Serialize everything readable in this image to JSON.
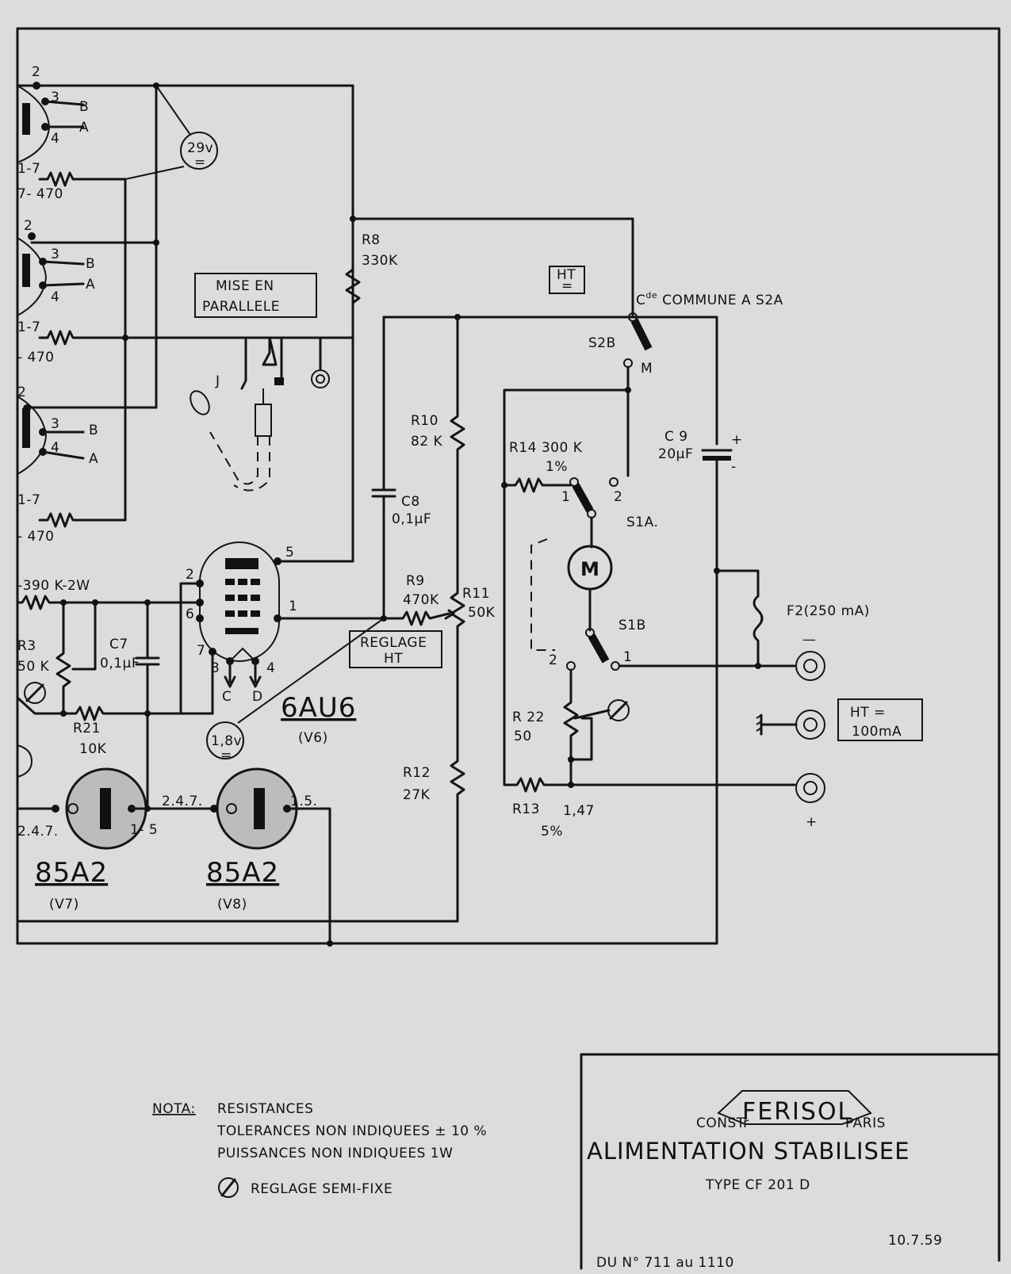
{
  "top_tube": {
    "pin2": "2",
    "pin3": "3",
    "pin4": "4",
    "out_b": "B",
    "out_a": "A",
    "res_pins": "1-7",
    "res_value": "7- 470"
  },
  "mid_tube": {
    "pin2": "2",
    "pin3": "3",
    "pin4": "4",
    "out_b": "B",
    "out_a": "A",
    "res_pins": "1-7",
    "res_value": "- 470"
  },
  "low_tube": {
    "pin2": "2",
    "pin3": "3",
    "pin4": "4",
    "out_b": "B",
    "out_a": "A",
    "res_pins": "1-7",
    "res_value": "- 470"
  },
  "meter_29v": {
    "value": "29v",
    "symbol": "="
  },
  "meter_18v": {
    "value": "1,8v",
    "symbol": "="
  },
  "parallel_box": {
    "line1": "MISE EN",
    "line2": "PARALLELE"
  },
  "jack": {
    "label": "J"
  },
  "r8": {
    "name": "R8",
    "value": "330K"
  },
  "ht_box": {
    "line1": "HT",
    "line2": "="
  },
  "switch_common": {
    "label_prefix": "C",
    "label_sup": "de",
    "label_rest": "COMMUNE A S2A"
  },
  "s2b": {
    "name": "S2B",
    "pos_m": "M"
  },
  "r10": {
    "name": "R10",
    "value": "82 K"
  },
  "r14": {
    "name": "R14 300 K",
    "tol": "1%"
  },
  "c9": {
    "name": "C 9",
    "value": "20µF",
    "plus": "+",
    "minus": "-"
  },
  "c8": {
    "name": "C8",
    "value": "0,1µF"
  },
  "s1a": {
    "name": "S1A.",
    "pos1": "1",
    "pos2": "2"
  },
  "motor": {
    "label": "M"
  },
  "r9": {
    "name": "R9",
    "value": "470K"
  },
  "r11": {
    "name": "R11",
    "value": "50K"
  },
  "reglage_ht": {
    "line1": "REGLAGE",
    "line2": "HT"
  },
  "s1b": {
    "name": "S1B",
    "pos1": "1",
    "pos2": "2"
  },
  "f2": {
    "label": "F2(250 mA)"
  },
  "minus_terminal": {
    "label": "—"
  },
  "plus_terminal": {
    "label": "+"
  },
  "ht_out_box": {
    "line1": "HT =",
    "line2": "100mA"
  },
  "r390": {
    "label": "-390 K-2W"
  },
  "r3": {
    "name": "R3",
    "value": "50 K"
  },
  "c7": {
    "name": "C7",
    "value": "0,1µF"
  },
  "r21": {
    "name": "R21",
    "value": "10K"
  },
  "v6": {
    "pin2": "2",
    "pin6": "6",
    "pin7": "7",
    "pin5": "5",
    "pin1": "1",
    "pin3": "3",
    "pin4": "4",
    "out_c": "C",
    "out_d": "D",
    "type": "6AU6",
    "ref": "(V6)"
  },
  "r22": {
    "name": "R 22",
    "value": "50"
  },
  "r12": {
    "name": "R12",
    "value": "27K"
  },
  "r13": {
    "name": "R13",
    "value": "1,47",
    "tol": "5%"
  },
  "v7": {
    "type": "85A2",
    "ref": "(V7)",
    "pins_left": "2.4.7.",
    "pins_right": "1- 5"
  },
  "v8": {
    "type": "85A2",
    "ref": "(V8)",
    "pins_left": "2.4.7.",
    "pins_right": "1.5."
  },
  "nota": {
    "label": "NOTA:",
    "line1": "RESISTANCES",
    "line2": "TOLERANCES NON INDIQUEES ± 10 %",
    "line3": "PUISSANCES NON INDIQUEES 1W",
    "line4": "REGLAGE SEMI-FIXE"
  },
  "title_block": {
    "brand": "FERISOL",
    "const": "CONSTr",
    "city": "PARIS",
    "title": "ALIMENTATION STABILISEE",
    "type": "TYPE CF 201 D"
  },
  "date": "10.7.59",
  "serial": "DU N° 711 au 1110"
}
